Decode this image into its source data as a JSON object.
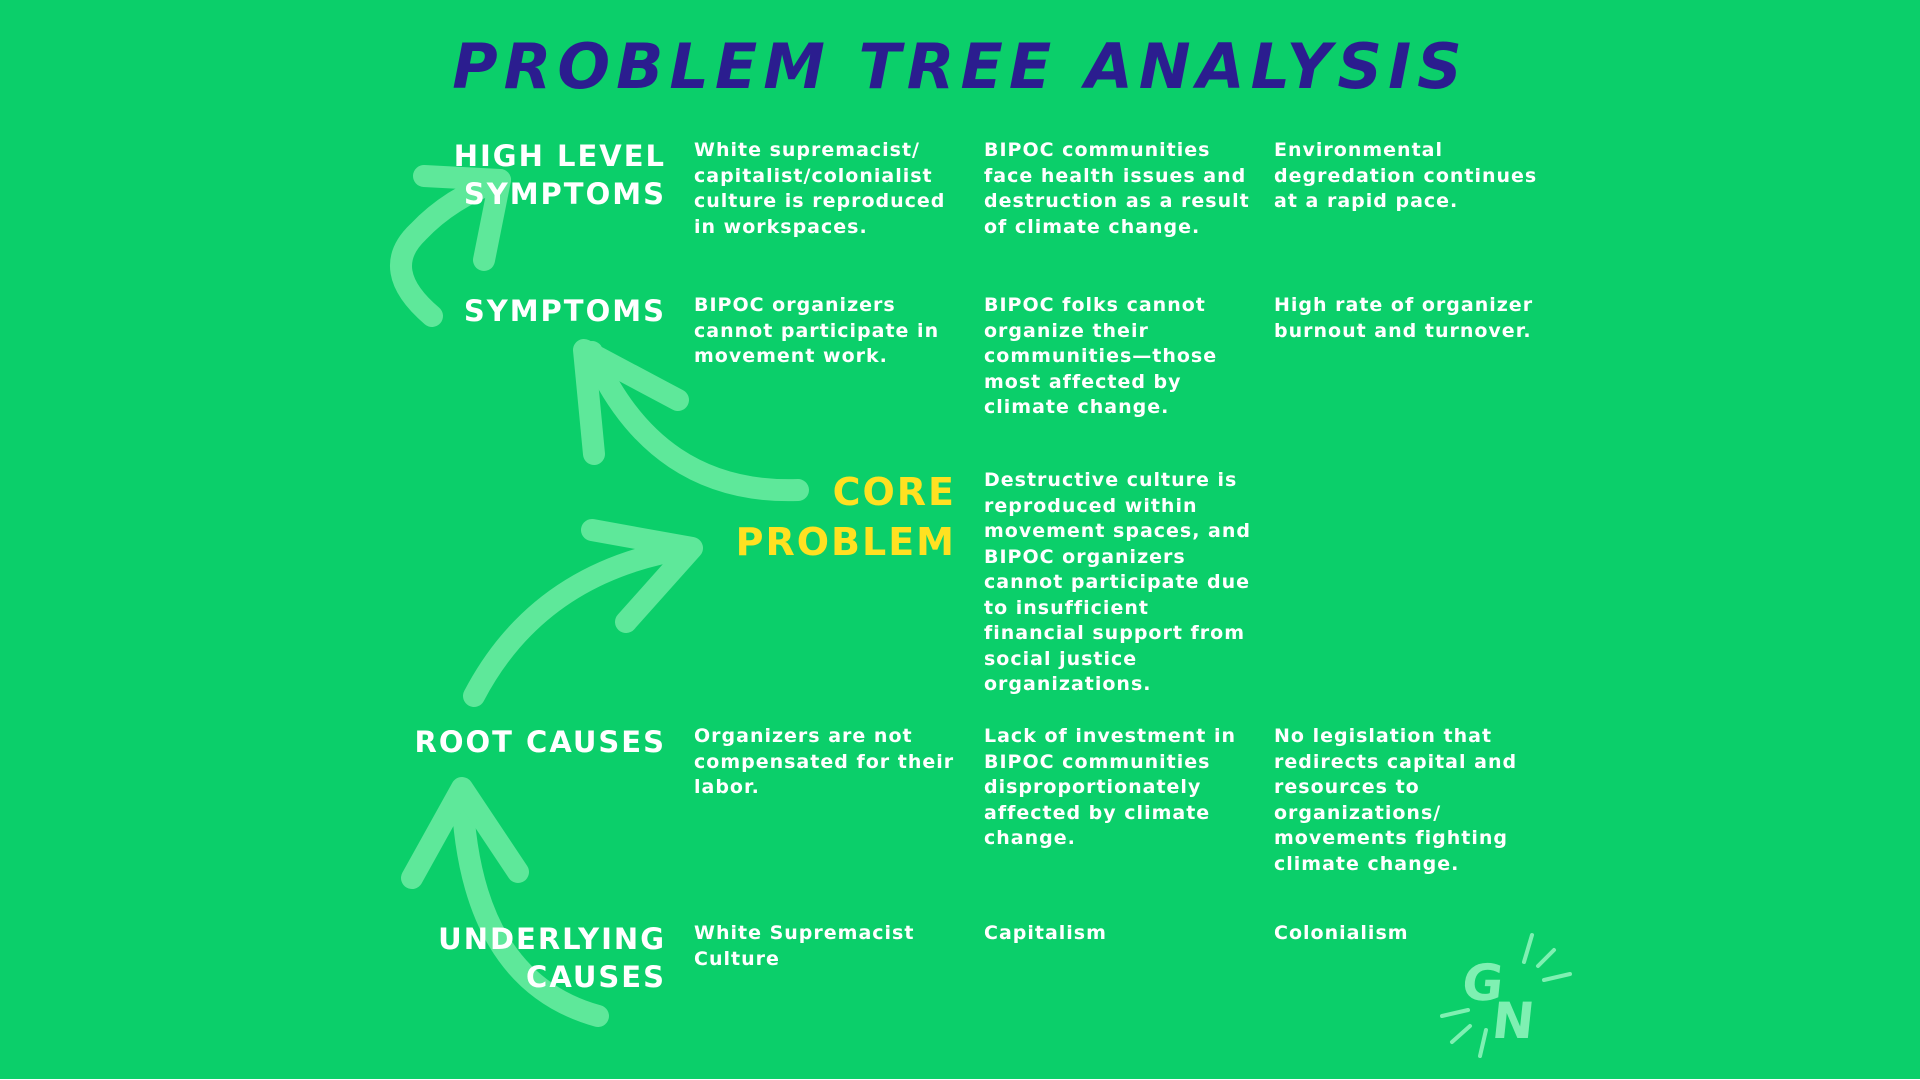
{
  "title": "PROBLEM TREE ANALYSIS",
  "colors": {
    "background": "#0bcf6a",
    "title": "#2b1d8f",
    "text": "#ffffff",
    "core_label": "#ffe121",
    "arrow": "#5ee89a"
  },
  "rows": [
    {
      "label": "HIGH LEVEL\nSYMPTOMS",
      "cells": [
        "White supremacist/ capitalist/colonialist culture is reproduced in workspaces.",
        "BIPOC communities face health issues and destruction as a result of climate change.",
        "Environmental degredation continues at a rapid pace."
      ]
    },
    {
      "label": "SYMPTOMS",
      "cells": [
        "BIPOC organizers cannot participate in movement work.",
        "BIPOC folks cannot organize their communities—those most affected by climate change.",
        "High rate of organizer burnout and turnover."
      ]
    },
    {
      "label": "CORE\nPROBLEM",
      "cells": [
        "Destructive culture is reproduced within movement spaces, and BIPOC organizers cannot participate due to insufficient financial support from social justice organizations."
      ]
    },
    {
      "label": "ROOT CAUSES",
      "cells": [
        "Organizers are not compensated for their labor.",
        "Lack of investment in BIPOC communities disproportionately affected by climate change.",
        "No legislation that redirects capital and resources to organizations/ movements fighting climate change."
      ]
    },
    {
      "label": "UNDERLYING\nCAUSES",
      "cells": [
        "White Supremacist Culture",
        "Capitalism",
        "Colonialism"
      ]
    }
  ],
  "logo": {
    "text": "GN",
    "icon": "gn-logo-icon"
  }
}
